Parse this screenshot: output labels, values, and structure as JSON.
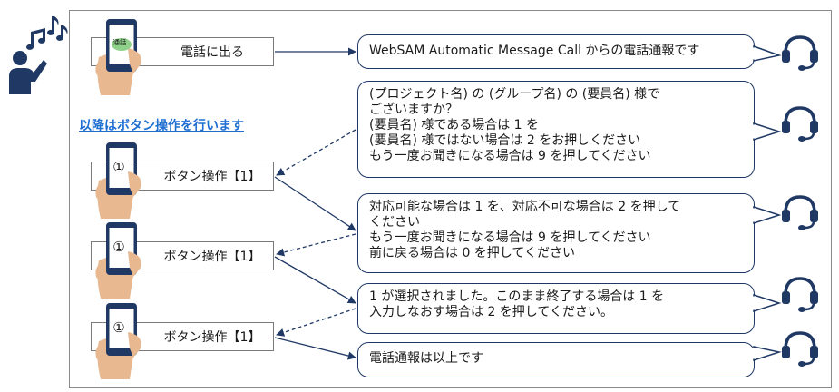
{
  "diagram": {
    "instruction": "以降はボタン操作を行います",
    "answer_label": "電話に出る",
    "answer_phone_badge": "通話",
    "button_steps": [
      {
        "key_glyph": "①",
        "label": "ボタン操作【1】"
      },
      {
        "key_glyph": "①",
        "label": "ボタン操作【1】"
      },
      {
        "key_glyph": "①",
        "label": "ボタン操作【1】"
      }
    ],
    "messages": [
      {
        "lines": [
          "WebSAM Automatic Message Call からの電話通報です"
        ]
      },
      {
        "lines": [
          "(プロジェクト名) の (グループ名) の (要員名) 様で",
          "ございますか？",
          "(要員名) 様である場合は 1 を",
          "(要員名) 様ではない場合は 2 をお押しください",
          "もう一度お聞きになる場合は 9 を押してください"
        ]
      },
      {
        "lines": [
          "対応可能な場合は 1 を、対応不可な場合は 2 を押して",
          "ください",
          "もう一度お聞きになる場合は 9 を押してください",
          "前に戻る場合は  0  を押してください"
        ]
      },
      {
        "lines": [
          "1 が選択されました。このまま終了する場合は 1 を",
          "入力しなおす場合は 2 を押してください。"
        ]
      },
      {
        "lines": [
          "電話通報は以上です"
        ]
      }
    ],
    "colors": {
      "navy": "#1f3864",
      "accent_blue": "#1f6fd1",
      "hand": "#e8b890",
      "phone_screen": "#ffffff",
      "badge_green": "#8fd18a"
    },
    "icons": [
      "person-listening-icon",
      "music-notes-icon",
      "smartphone-hand-icon",
      "headset-icon"
    ]
  }
}
